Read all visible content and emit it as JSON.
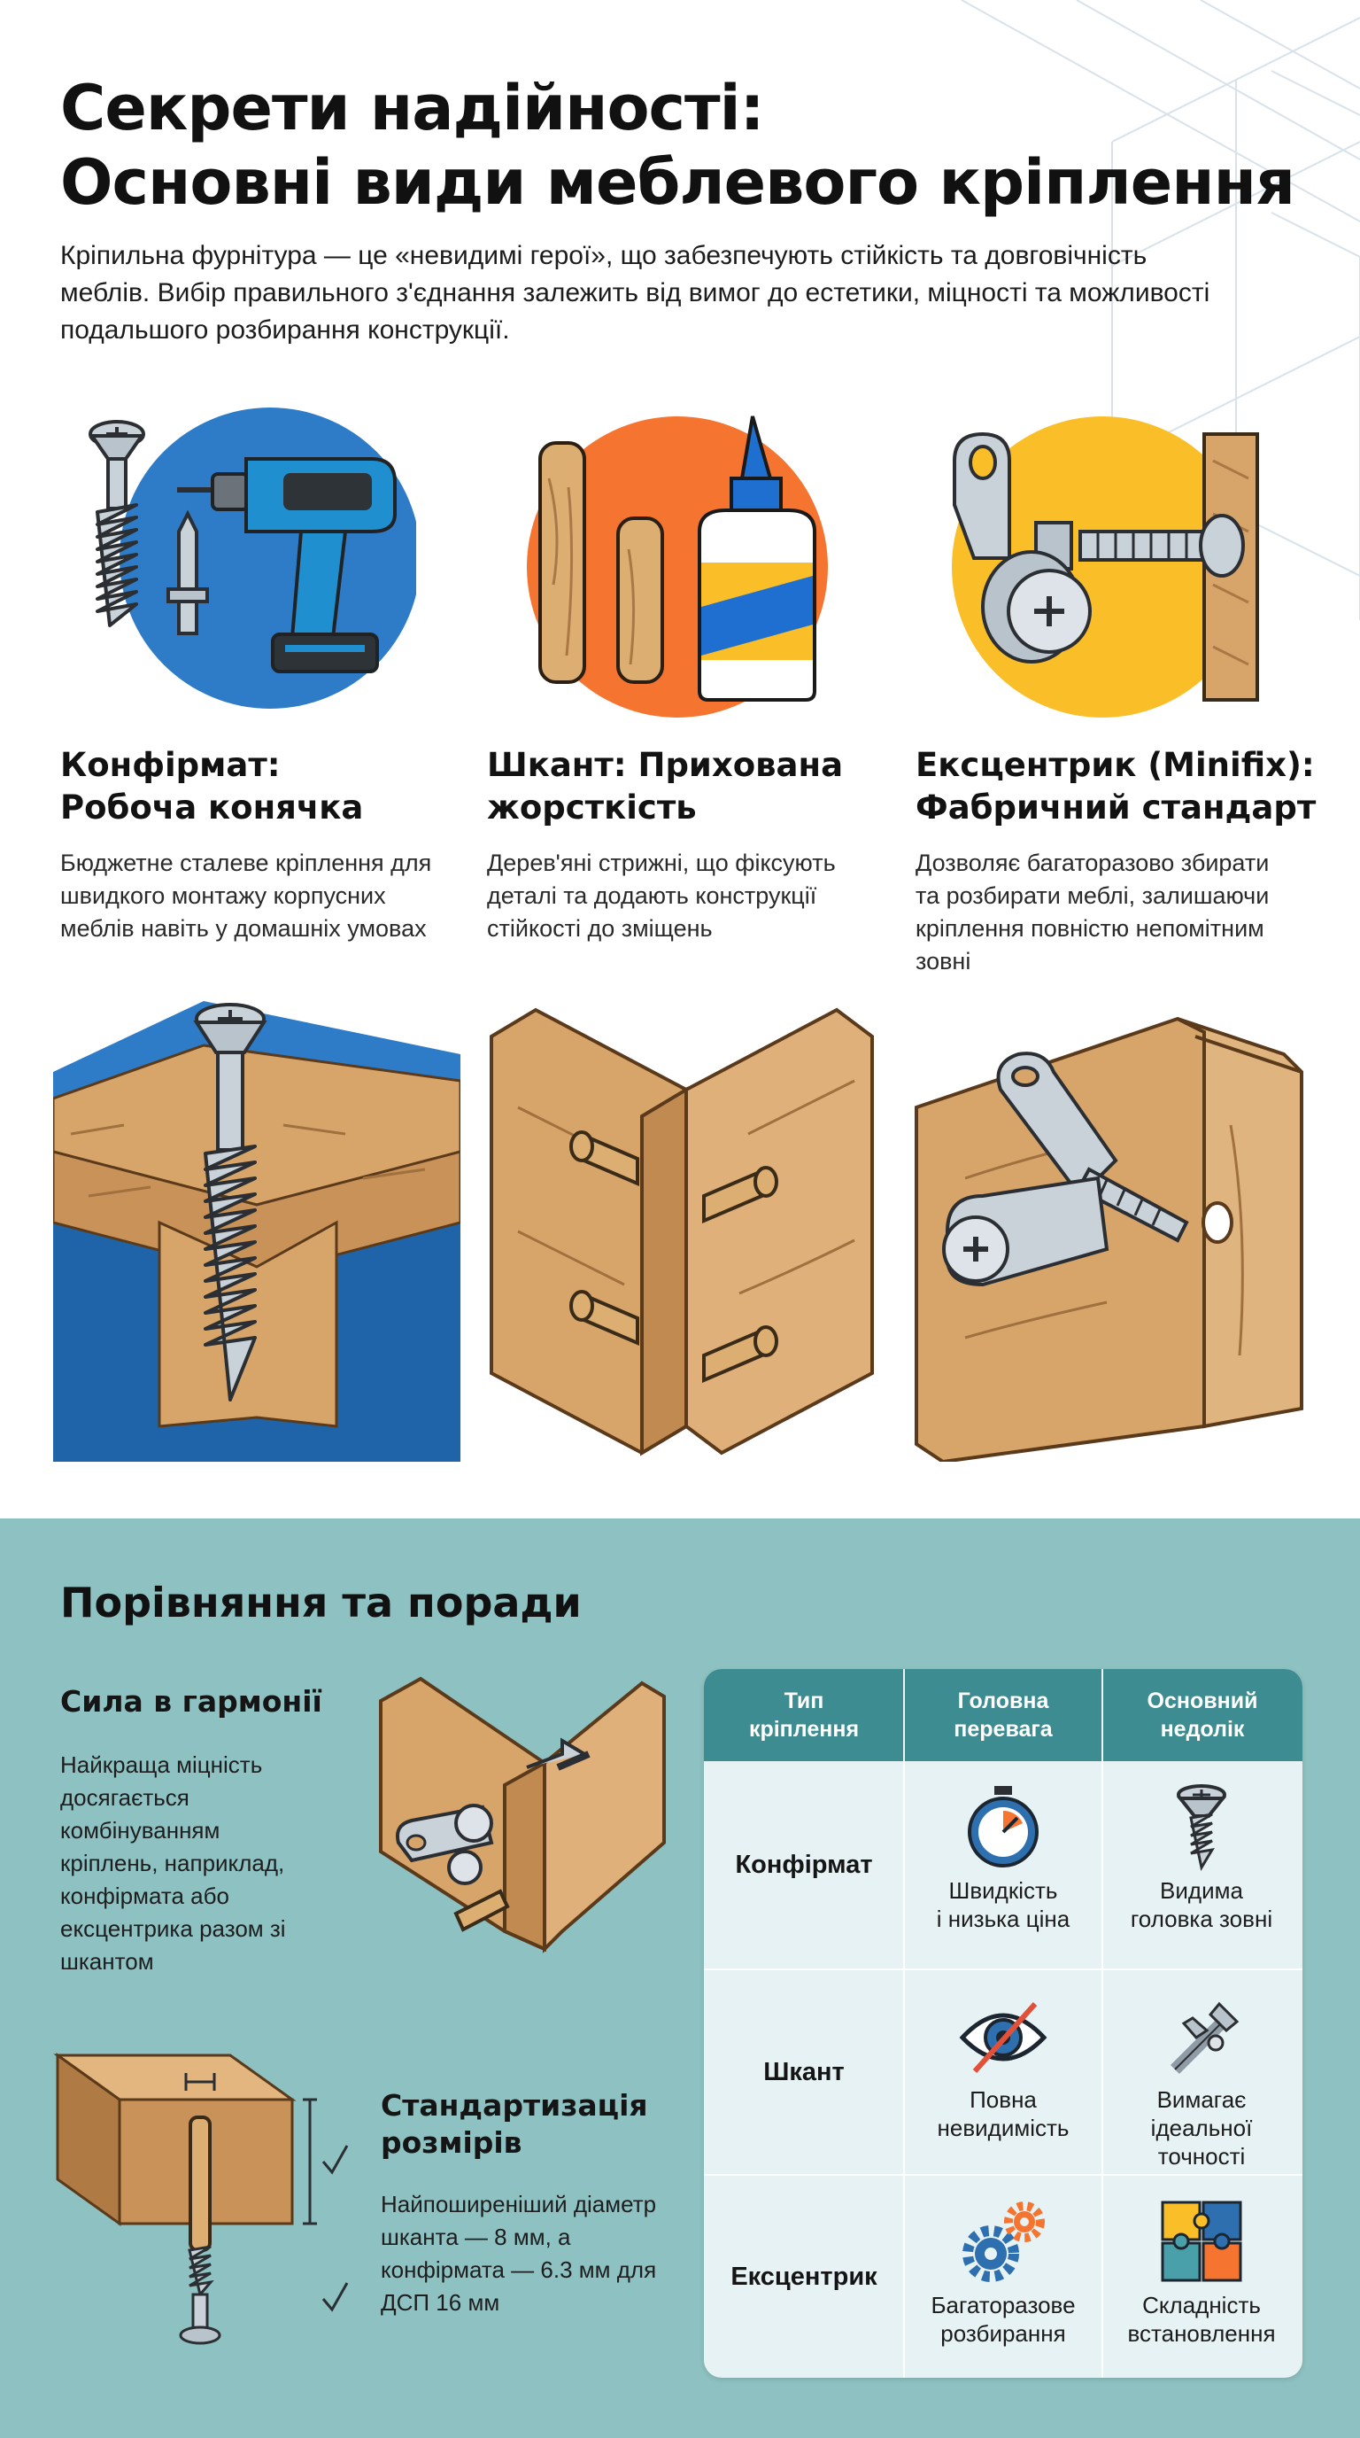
{
  "header": {
    "title_line1": "Секрети надійності:",
    "title_line2": "Основні види меблевого кріплення",
    "intro": "Кріпильна фурнітура — це «невидимі герої», що забезпечують стійкість та довговічність меблів. Вибір правильного з'єднання залежить від вимог до естетики, міцності та можливості подальшого розбирання конструкції."
  },
  "cards": [
    {
      "title_line1": "Конфірмат:",
      "title_line2": "Робоча конячка",
      "description": "Бюджетне сталеве кріплення для швидкого монтажу корпусних меблів навіть у домашніх умовах"
    },
    {
      "title_line1": "Шкант: Прихована",
      "title_line2": "жорсткість",
      "description": "Дерев'яні стрижні, що фіксують деталі та додають конструкції стійкості до зміщень"
    },
    {
      "title_line1": "Ексцентрик (Minifix):",
      "title_line2": "Фабричний стандарт",
      "description": "Дозволяє багаторазово збирати та розбирати меблі, залишаючи кріплення повністю непомітним зовні"
    }
  ],
  "comparison": {
    "title": "Порівняння та поради",
    "tips": [
      {
        "title": "Сила в гармонії",
        "text": "Найкраща міцність досягається комбінуванням кріплень, наприклад, конфірмата або ексцентрика разом зі шкантом"
      },
      {
        "title_line1": "Стандартизація",
        "title_line2": "розмірів",
        "text": "Найпоширеніший діаметр шканта — 8 мм, а конфірмата — 6.3 мм для ДСП 16 мм"
      }
    ],
    "table": {
      "headers": [
        "Тип\nкріплення",
        "Головна\nперевага",
        "Основний\nнедолік"
      ],
      "rows": [
        {
          "type": "Конфірмат",
          "advantage": "Швидкість\nі низька ціна",
          "disadvantage": "Видима\nголовка зовні",
          "advantage_icon": "stopwatch-icon",
          "disadvantage_icon": "screw-icon"
        },
        {
          "type": "Шкант",
          "advantage": "Повна\nневидимість",
          "disadvantage": "Вимагає\nідеальної\nточності",
          "advantage_icon": "eye-crossed-icon",
          "disadvantage_icon": "caliper-icon"
        },
        {
          "type": "Ексцентрик",
          "advantage": "Багаторазове\nрозбирання",
          "disadvantage": "Складність\nвстановлення",
          "advantage_icon": "gears-icon",
          "disadvantage_icon": "puzzle-icon"
        }
      ]
    }
  },
  "colors": {
    "blue": "#2e7cc8",
    "orange": "#f47430",
    "yellow": "#f9be28",
    "teal_bg": "#8ec1c1",
    "table_header": "#3d8c91",
    "wood": "#d7a56a"
  }
}
